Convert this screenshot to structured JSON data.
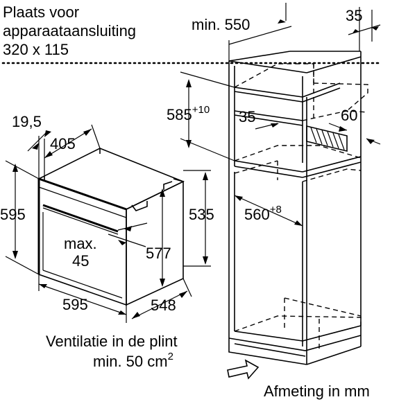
{
  "connection_note": {
    "line1": "Plaats voor",
    "line2": "apparaataansluiting",
    "line3": "320 x 115"
  },
  "cabinet": {
    "min_width": "min. 550",
    "depth_gap": "35",
    "niche_height": "585",
    "niche_height_sup": "+10",
    "recess_a": "35",
    "recess_b": "60",
    "niche_width": "560",
    "niche_width_sup": "+8"
  },
  "appliance": {
    "panel_thickness": "19,5",
    "top_depth": "405",
    "front_height": "595",
    "body_height": "535",
    "door_angle_line1": "max.",
    "door_angle_line2": "45",
    "niche_fit_height": "577",
    "front_width": "595",
    "body_depth": "548"
  },
  "ventilation": {
    "line1": "Ventilatie in de plint",
    "line2_prefix": "min. 50 cm",
    "line2_sup": "2"
  },
  "unit_note": "Afmeting in mm"
}
